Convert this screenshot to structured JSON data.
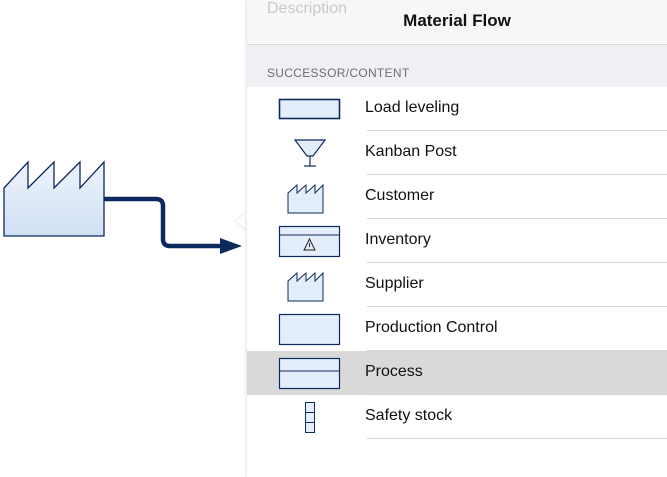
{
  "canvas": {
    "edge_color": "#0d2a5e",
    "shape_fill": "#dce8f7",
    "shape_stroke": "#0d2a5e"
  },
  "popover": {
    "ghost_text": "Description",
    "title": "Material Flow",
    "section_header": "SUCCESSOR/CONTENT",
    "items": [
      {
        "label": "Load leveling",
        "icon": "load-leveling-icon"
      },
      {
        "label": "Kanban Post",
        "icon": "kanban-post-icon"
      },
      {
        "label": "Customer",
        "icon": "factory-icon"
      },
      {
        "label": "Inventory",
        "icon": "inventory-icon"
      },
      {
        "label": "Supplier",
        "icon": "factory-icon"
      },
      {
        "label": "Production Control",
        "icon": "production-control-icon"
      },
      {
        "label": "Process",
        "icon": "process-icon",
        "selected": true
      },
      {
        "label": "Safety stock",
        "icon": "safety-stock-icon"
      }
    ],
    "selected_color": "#d9d9d9"
  }
}
